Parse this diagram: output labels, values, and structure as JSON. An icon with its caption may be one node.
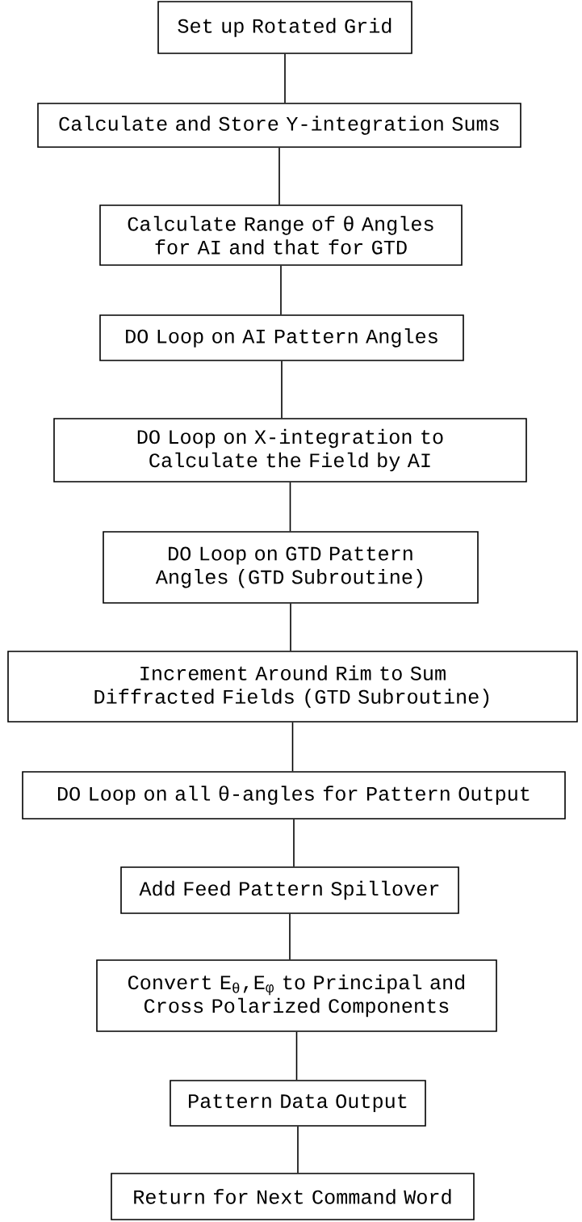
{
  "diagram": {
    "nodes": [
      {
        "text": [
          "Set up Rotated Grid"
        ]
      },
      {
        "text": [
          "Calculate and Store Y-integration Sums"
        ]
      },
      {
        "text": [
          "Calculate Range of θ Angles for AI and that for GTD"
        ]
      },
      {
        "text": [
          "DO Loop on AI Pattern Angles"
        ]
      },
      {
        "text": [
          "DO Loop on X-integration to Calculate the Field by AI"
        ]
      },
      {
        "text": [
          "DO Loop on GTD Pattern Angles (GTD Subroutine)"
        ]
      },
      {
        "text": [
          "Increment Around Rim to Sum Diffracted Fields (GTD Subroutine)"
        ]
      },
      {
        "text": [
          "DO Loop on all θ-angles for Pattern Output"
        ]
      },
      {
        "text": [
          "Add Feed Pattern Spillover"
        ]
      },
      {
        "text": [
          "Convert E$_{θ}$,E$_{φ}$ to Principal and Cross Polarized Components"
        ]
      },
      {
        "text": [
          "Pattern Data Output"
        ]
      },
      {
        "text": [
          "Return for Next Command Word"
        ]
      }
    ],
    "edges": [
      {
        "from": 0,
        "to": 1,
        "arrow": "none"
      },
      {
        "from": 1,
        "to": 2,
        "arrow": "none"
      },
      {
        "from": 2,
        "to": 3,
        "arrow": "none"
      },
      {
        "from": 3,
        "to": 4,
        "arrow": "none"
      },
      {
        "from": 4,
        "to": 5,
        "arrow": "none"
      },
      {
        "from": 5,
        "to": 6,
        "arrow": "none"
      },
      {
        "from": 6,
        "to": 7,
        "arrow": "none"
      },
      {
        "from": 7,
        "to": 8,
        "arrow": "none"
      },
      {
        "from": 8,
        "to": 9,
        "arrow": "none"
      },
      {
        "from": 9,
        "to": 10,
        "arrow": "none"
      },
      {
        "from": 10,
        "to": 11,
        "arrow": "none"
      }
    ]
  }
}
